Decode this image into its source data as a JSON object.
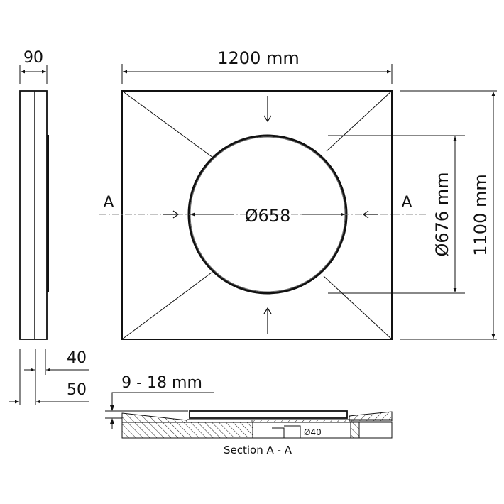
{
  "drawing": {
    "side_view": {
      "width_label": "90",
      "inner_label": "40",
      "outer_label": "50"
    },
    "top_view": {
      "width_label": "1200 mm",
      "height_label": "1100 mm",
      "opening_label": "Ø658",
      "outer_ring_label": "Ø676 mm",
      "section_marker_left": "A",
      "section_marker_right": "A"
    },
    "section": {
      "thickness_label": "9 - 18 mm",
      "drain_label": "Ø40",
      "title": "Section A - A"
    },
    "colors": {
      "line": "#111111",
      "background": "#ffffff",
      "dash": "#888888"
    }
  }
}
